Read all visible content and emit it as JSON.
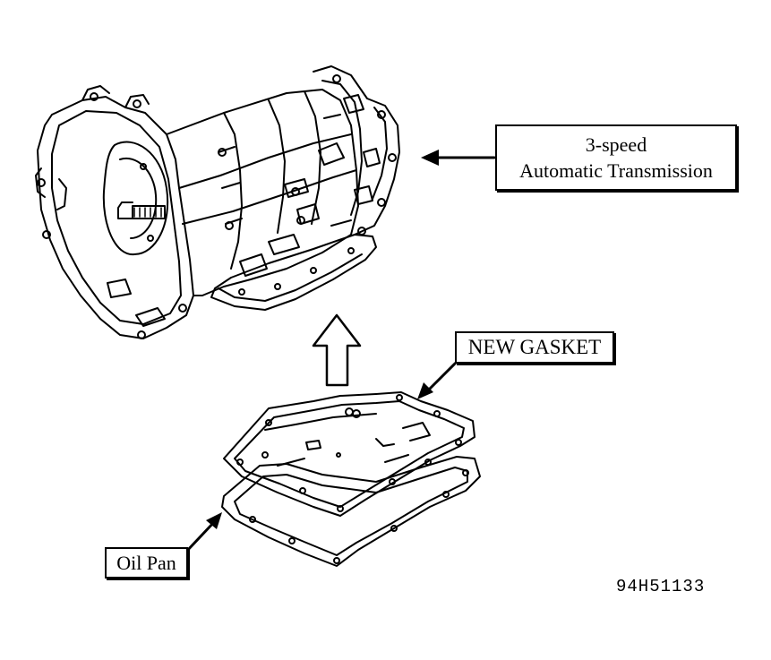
{
  "labels": {
    "transmission_line1": "3-speed",
    "transmission_line2": "Automatic Transmission",
    "new_gasket": "NEW GASKET",
    "oil_pan": "Oil Pan"
  },
  "figure_code": "94H51133",
  "colors": {
    "line": "#000000",
    "background": "#ffffff"
  }
}
